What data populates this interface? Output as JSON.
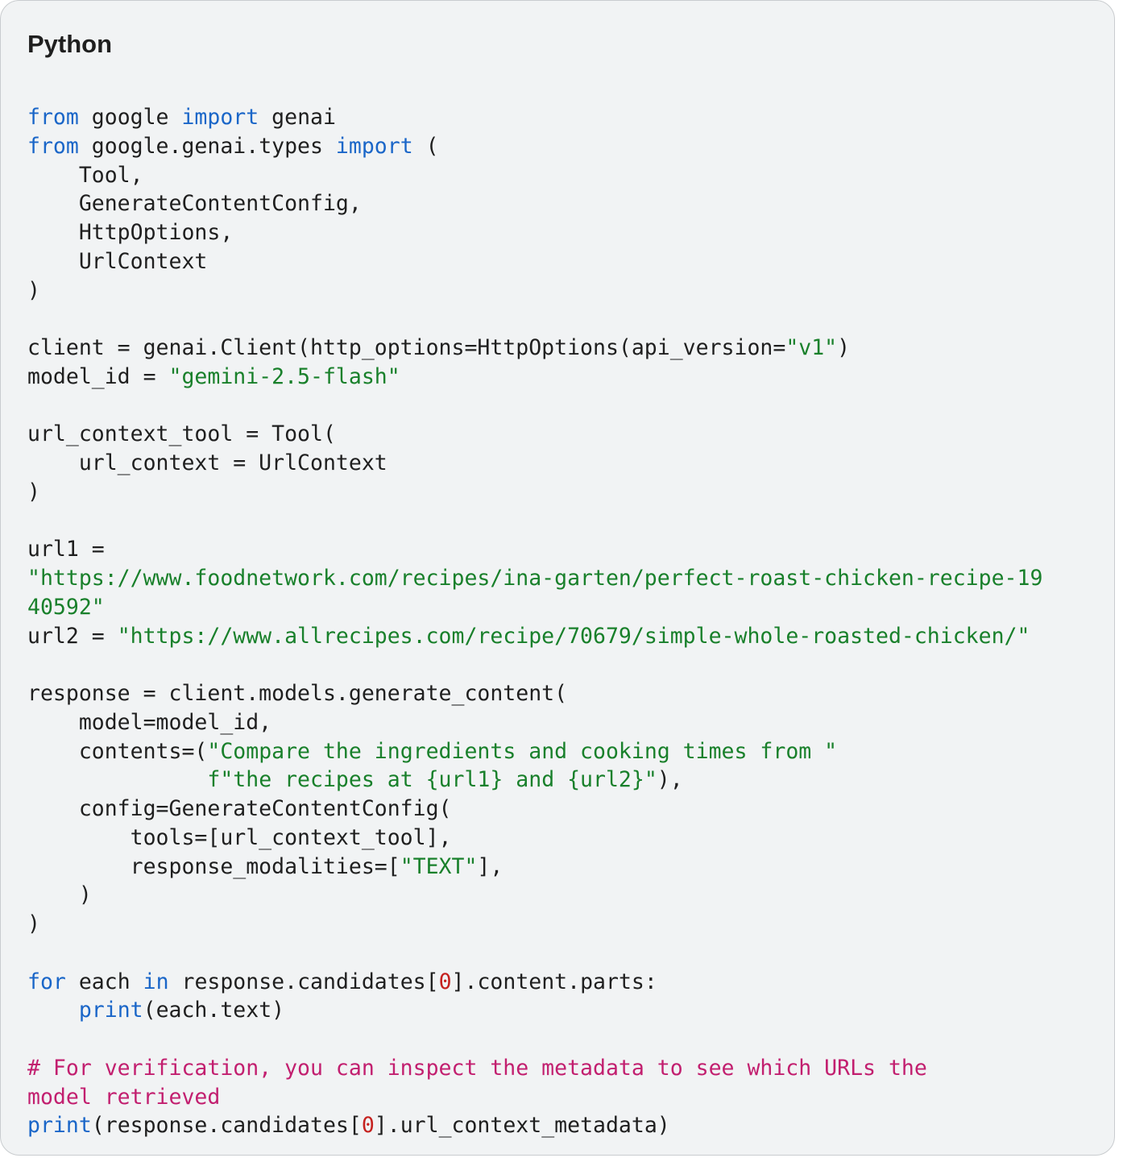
{
  "snippet": {
    "language_label": "Python",
    "colors": {
      "background": "#f1f3f4",
      "text": "#1f1f1f",
      "keyword": "#1a66c8",
      "string": "#19802b",
      "number": "#c5221f",
      "comment": "#c21f6f"
    },
    "lines": [
      [
        [
          "k",
          "from"
        ],
        [
          "p",
          " google "
        ],
        [
          "k",
          "import"
        ],
        [
          "p",
          " genai"
        ]
      ],
      [
        [
          "k",
          "from"
        ],
        [
          "p",
          " google.genai.types "
        ],
        [
          "k",
          "import"
        ],
        [
          "p",
          " ("
        ]
      ],
      [
        [
          "p",
          "    Tool,"
        ]
      ],
      [
        [
          "p",
          "    GenerateContentConfig,"
        ]
      ],
      [
        [
          "p",
          "    HttpOptions,"
        ]
      ],
      [
        [
          "p",
          "    UrlContext"
        ]
      ],
      [
        [
          "p",
          ")"
        ]
      ],
      [],
      [
        [
          "p",
          "client = genai.Client(http_options=HttpOptions(api_version="
        ],
        [
          "s",
          "\"v1\""
        ],
        [
          "p",
          ")"
        ]
      ],
      [
        [
          "p",
          "model_id = "
        ],
        [
          "s",
          "\"gemini-2.5-flash\""
        ]
      ],
      [],
      [
        [
          "p",
          "url_context_tool = Tool("
        ]
      ],
      [
        [
          "p",
          "    url_context = UrlContext"
        ]
      ],
      [
        [
          "p",
          ")"
        ]
      ],
      [],
      [
        [
          "p",
          "url1 ="
        ]
      ],
      [
        [
          "s",
          "\"https://www.foodnetwork.com/recipes/ina-garten/perfect-roast-chicken-recipe-19"
        ]
      ],
      [
        [
          "s",
          "40592\""
        ]
      ],
      [
        [
          "p",
          "url2 = "
        ],
        [
          "s",
          "\"https://www.allrecipes.com/recipe/70679/simple-whole-roasted-chicken/\""
        ]
      ],
      [],
      [
        [
          "p",
          "response = client.models.generate_content("
        ]
      ],
      [
        [
          "p",
          "    model=model_id,"
        ]
      ],
      [
        [
          "p",
          "    contents=("
        ],
        [
          "s",
          "\"Compare the ingredients and cooking times from \""
        ]
      ],
      [
        [
          "p",
          "              "
        ],
        [
          "s",
          "f\"the recipes at {url1} and {url2}\""
        ],
        [
          "p",
          "),"
        ]
      ],
      [
        [
          "p",
          "    config=GenerateContentConfig("
        ]
      ],
      [
        [
          "p",
          "        tools=[url_context_tool],"
        ]
      ],
      [
        [
          "p",
          "        response_modalities=["
        ],
        [
          "s",
          "\"TEXT\""
        ],
        [
          "p",
          "],"
        ]
      ],
      [
        [
          "p",
          "    )"
        ]
      ],
      [
        [
          "p",
          ")"
        ]
      ],
      [],
      [
        [
          "k",
          "for"
        ],
        [
          "p",
          " each "
        ],
        [
          "k",
          "in"
        ],
        [
          "p",
          " response.candidates["
        ],
        [
          "n",
          "0"
        ],
        [
          "p",
          "].content.parts:"
        ]
      ],
      [
        [
          "p",
          "    "
        ],
        [
          "k",
          "print"
        ],
        [
          "p",
          "(each.text)"
        ]
      ],
      [],
      [
        [
          "c",
          "# For verification, you can inspect the metadata to see which URLs the"
        ]
      ],
      [
        [
          "c",
          "model retrieved"
        ]
      ],
      [
        [
          "k",
          "print"
        ],
        [
          "p",
          "(response.candidates["
        ],
        [
          "n",
          "0"
        ],
        [
          "p",
          "].url_context_metadata)"
        ]
      ]
    ]
  }
}
